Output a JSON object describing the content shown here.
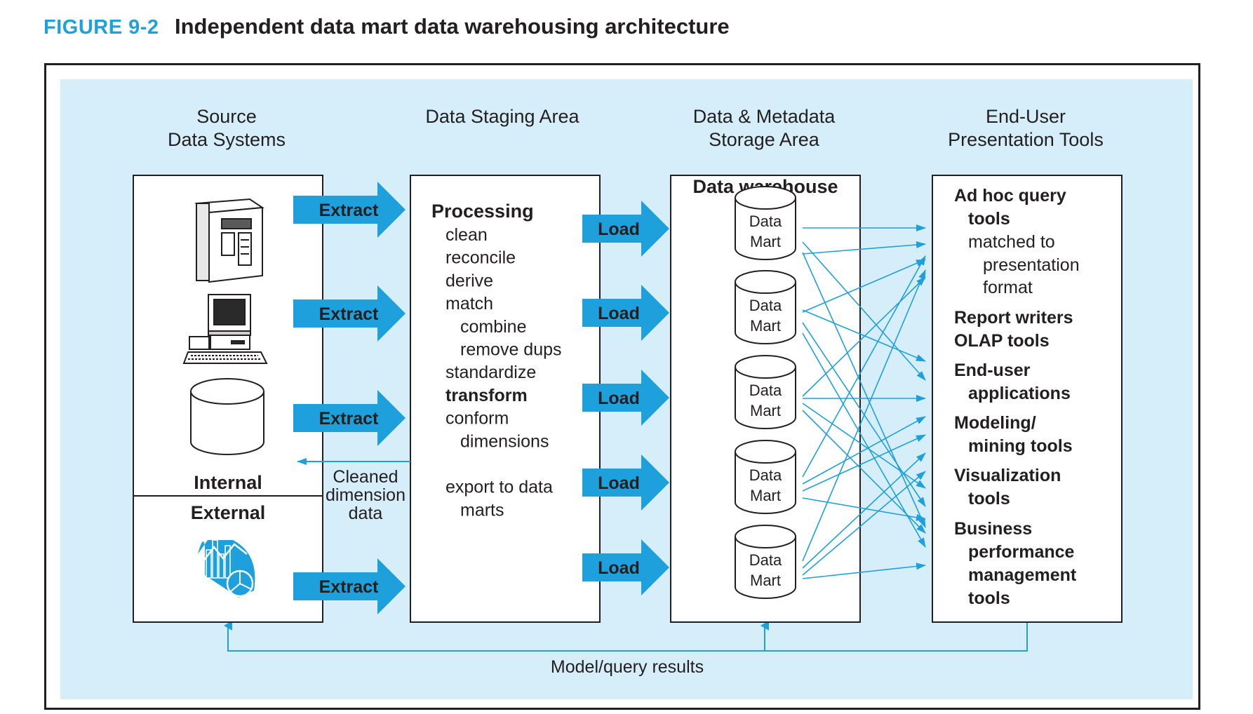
{
  "figure": {
    "label": "FIGURE 9-2",
    "title": "Independent data mart data warehousing architecture"
  },
  "columns": {
    "source": [
      "Source",
      "Data Systems"
    ],
    "staging": [
      "Data Staging Area"
    ],
    "storage": [
      "Data & Metadata",
      "Storage Area"
    ],
    "enduser": [
      "End-User",
      "Presentation Tools"
    ]
  },
  "source_box": {
    "internal_label": "Internal",
    "external_label": "External",
    "icons": [
      "server-icon",
      "desktop-computer-icon",
      "database-cylinder-icon",
      "external-data-chart-icon"
    ]
  },
  "extract_label": "Extract",
  "load_label": "Load",
  "cleaned_label": [
    "Cleaned",
    "dimension",
    "data"
  ],
  "staging_box": {
    "heading": "Processing",
    "items": [
      {
        "text": "clean",
        "indent": 1
      },
      {
        "text": "reconcile",
        "indent": 1
      },
      {
        "text": "derive",
        "indent": 1
      },
      {
        "text": "match",
        "indent": 1
      },
      {
        "text": "combine",
        "indent": 2
      },
      {
        "text": "remove dups",
        "indent": 2
      },
      {
        "text": "standardize",
        "indent": 1
      },
      {
        "text": "transform",
        "indent": 1,
        "highlight": true
      },
      {
        "text": "conform",
        "indent": 1
      },
      {
        "text": "dimensions",
        "indent": 2
      },
      {
        "text": "",
        "indent": 1
      },
      {
        "text": "export to data",
        "indent": 1
      },
      {
        "text": "marts",
        "indent": 2
      }
    ]
  },
  "warehouse_box": {
    "heading": "Data warehouse",
    "mart_label": [
      "Data",
      "Mart"
    ],
    "mart_count": 5
  },
  "tools_box": {
    "items": [
      {
        "text": "Ad hoc query",
        "bold": true,
        "indent": 0
      },
      {
        "text": "tools",
        "bold": true,
        "indent": 1
      },
      {
        "text": "matched to",
        "bold": false,
        "indent": 1
      },
      {
        "text": "presentation",
        "bold": false,
        "indent": 2
      },
      {
        "text": "format",
        "bold": false,
        "indent": 2
      },
      {
        "text": "Report writers",
        "bold": true,
        "indent": 0
      },
      {
        "text": "OLAP tools",
        "bold": true,
        "indent": 0
      },
      {
        "text": "End-user",
        "bold": true,
        "indent": 0
      },
      {
        "text": "applications",
        "bold": true,
        "indent": 1
      },
      {
        "text": "Modeling/",
        "bold": true,
        "indent": 0
      },
      {
        "text": "mining tools",
        "bold": true,
        "indent": 1
      },
      {
        "text": "Visualization",
        "bold": true,
        "indent": 0
      },
      {
        "text": "tools",
        "bold": true,
        "indent": 1
      },
      {
        "text": "Business",
        "bold": true,
        "indent": 0
      },
      {
        "text": "performance",
        "bold": true,
        "indent": 1
      },
      {
        "text": "management",
        "bold": true,
        "indent": 1
      },
      {
        "text": "tools",
        "bold": true,
        "indent": 1
      }
    ]
  },
  "feedback_label": "Model/query results",
  "colors": {
    "accent": "#1ea0dc",
    "panel": "#d6eef9",
    "ink": "#231f20",
    "arrow": "#1ea0dc"
  }
}
